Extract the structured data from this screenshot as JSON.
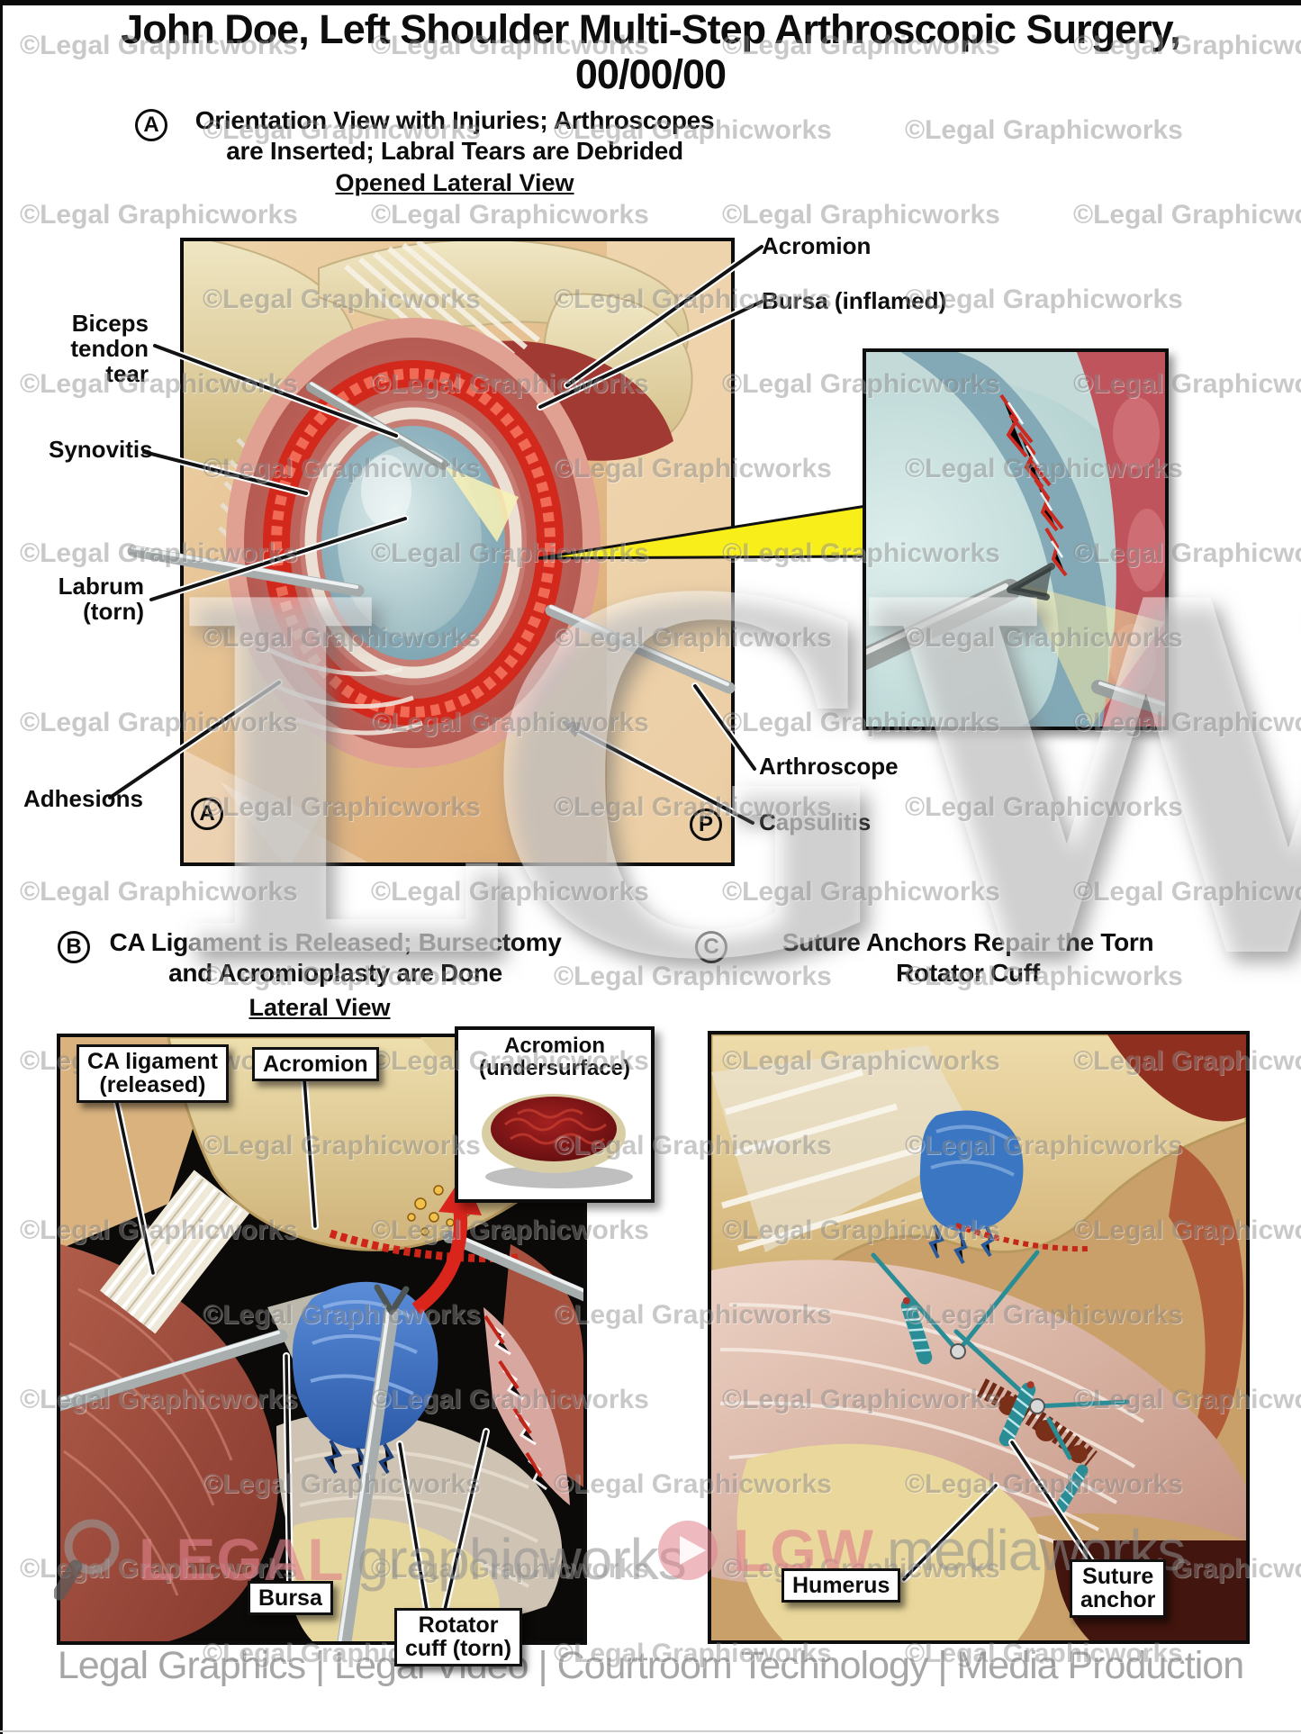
{
  "page": {
    "title": "John Doe, Left Shoulder Multi-Step Arthroscopic Surgery,\n00/00/00",
    "footer": "Legal Graphics | Legal Video | Courtroom Technology | Media Production",
    "bottom_brand_left": {
      "icon": "magnifier-icon",
      "brand": "LEGAL",
      "suffix": "graphicworks"
    },
    "bottom_brand_right": {
      "icon": "play-icon",
      "brand": "LGW",
      "suffix": "mediaworks"
    }
  },
  "watermark": {
    "tile_text": "©Legal Graphicworks",
    "big_text": "LGW"
  },
  "colors": {
    "accent-yellow": "#f8ee19",
    "arrow-red": "#da251d",
    "suture-teal": "#2a8d96",
    "wm-gray": "#8a8a8a",
    "wm-pink": "#e0828c",
    "footer-gray": "#a6a6a6",
    "label-ink": "#0d0d0d"
  },
  "section_a": {
    "letter": "A",
    "heading": "Orientation View with Injuries; Arthroscopes\nare Inserted; Labral Tears are Debrided",
    "view_label": "Opened Lateral View",
    "marker_left": "A",
    "marker_right": "P",
    "labels": {
      "biceps": "Biceps\ntendon\ntear",
      "synovitis": "Synovitis",
      "labrum": "Labrum\n(torn)",
      "adhesions": "Adhesions",
      "acromion": "Acromion",
      "bursa": "Bursa (inflamed)",
      "arthroscope": "Arthroscope",
      "capsulitis": "Capsulitis"
    }
  },
  "section_b": {
    "letter": "B",
    "heading": "CA Ligament is Released; Bursectomy\nand Acromioplasty are Done",
    "view_label": "Lateral View",
    "labels": {
      "ca_ligament": "CA ligament\n(released)",
      "acromion": "Acromion",
      "inset_title": "Acromion\n(undersurface)",
      "bursa": "Bursa",
      "rotator_cuff": "Rotator\ncuff (torn)"
    }
  },
  "section_c": {
    "letter": "C",
    "heading": "Suture Anchors Repair the Torn\nRotator Cuff",
    "labels": {
      "humerus": "Humerus",
      "suture_anchor": "Suture\nanchor"
    }
  }
}
